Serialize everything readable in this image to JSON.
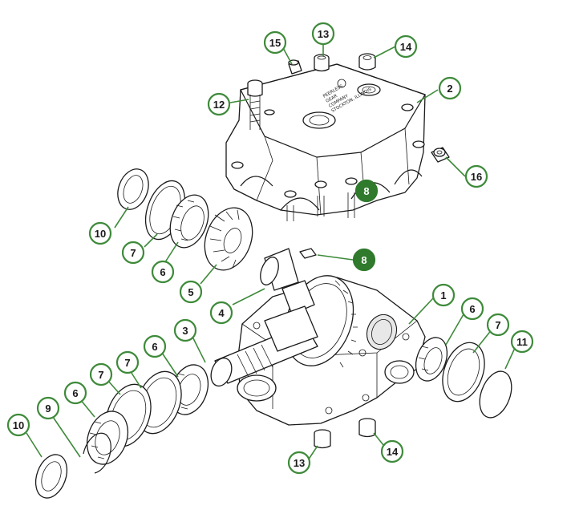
{
  "callouts": [
    {
      "id": "c15a",
      "label": "15",
      "filled": false
    },
    {
      "id": "c13a",
      "label": "13",
      "filled": false
    },
    {
      "id": "c14a",
      "label": "14",
      "filled": false
    },
    {
      "id": "c2",
      "label": "2",
      "filled": false
    },
    {
      "id": "c12",
      "label": "12",
      "filled": false
    },
    {
      "id": "c16",
      "label": "16",
      "filled": false
    },
    {
      "id": "c8a",
      "label": "8",
      "filled": true
    },
    {
      "id": "c10a",
      "label": "10",
      "filled": false
    },
    {
      "id": "c7a",
      "label": "7",
      "filled": false
    },
    {
      "id": "c6a",
      "label": "6",
      "filled": false
    },
    {
      "id": "c5",
      "label": "5",
      "filled": false
    },
    {
      "id": "c8b",
      "label": "8",
      "filled": true
    },
    {
      "id": "c4",
      "label": "4",
      "filled": false
    },
    {
      "id": "c1",
      "label": "1",
      "filled": false
    },
    {
      "id": "c6b",
      "label": "6",
      "filled": false
    },
    {
      "id": "c7b",
      "label": "7",
      "filled": false
    },
    {
      "id": "c11",
      "label": "11",
      "filled": false
    },
    {
      "id": "c3",
      "label": "3",
      "filled": false
    },
    {
      "id": "c6c",
      "label": "6",
      "filled": false
    },
    {
      "id": "c7c",
      "label": "7",
      "filled": false
    },
    {
      "id": "c7d",
      "label": "7",
      "filled": false
    },
    {
      "id": "c6d",
      "label": "6",
      "filled": false
    },
    {
      "id": "c9",
      "label": "9",
      "filled": false
    },
    {
      "id": "c10b",
      "label": "10",
      "filled": false
    },
    {
      "id": "c13b",
      "label": "13",
      "filled": false
    },
    {
      "id": "c14b",
      "label": "14",
      "filled": false
    }
  ],
  "cover_stamp": [
    "PEERLESS",
    "GEAR",
    "COMPANY",
    "STOCKTON, ILLINOIS"
  ],
  "colors": {
    "callout_green": "#2f7a2c",
    "leader_green": "#3e8a3a",
    "line_art": "#1a1a1a"
  }
}
